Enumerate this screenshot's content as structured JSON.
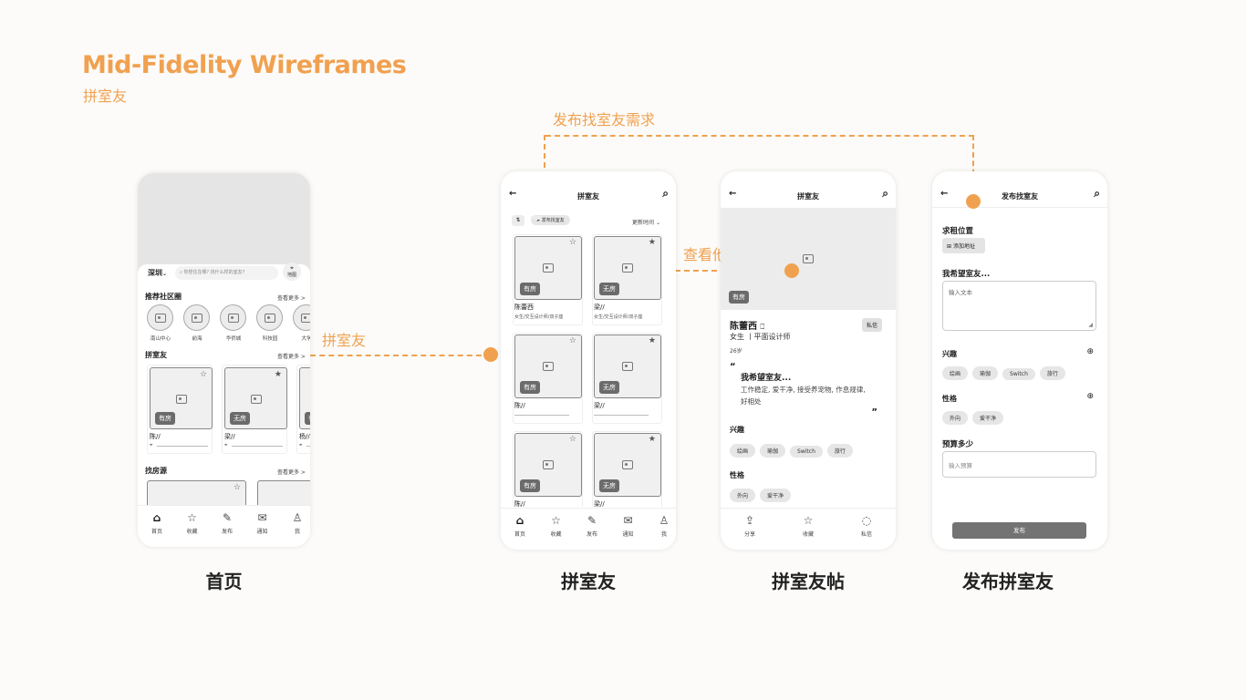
{
  "header": {
    "title": "Mid-Fidelity Wireframes",
    "subtitle": "拼室友"
  },
  "flow_labels": {
    "publish_need": "发布找室友需求",
    "view_others": "查看他人需求",
    "roommate": "拼室友"
  },
  "captions": [
    "首页",
    "拼室友",
    "拼室友帖",
    "发布拼室友"
  ],
  "accent_color": "#f0a150",
  "home": {
    "city": "深圳",
    "search_placeholder": "你想住在哪? 找什么样的室友?",
    "map_label": "地图",
    "community_title": "推荐社区圈",
    "see_more": "查看更多 >",
    "communities": [
      "南山中心",
      "前海",
      "华侨城",
      "科技园",
      "大学"
    ],
    "roommate_title": "拼室友",
    "roommate_see_more": "查看更多 >",
    "roommate_cards": [
      {
        "tag": "有房",
        "name": "陈//"
      },
      {
        "tag": "无房",
        "name": "梁//"
      },
      {
        "tag": "有",
        "name": "杨//"
      }
    ],
    "housing_title": "找房源",
    "housing_see_more": "查看更多 >"
  },
  "tabs": [
    "首页",
    "收藏",
    "发布",
    "通知",
    "我"
  ],
  "list": {
    "title": "拼室友",
    "filter_chip": "发布找室友",
    "sort_label": "更新时间",
    "cards": [
      {
        "tag": "有房",
        "name": "陈蕾西",
        "meta": "女生/交互设计师/双子座",
        "starred": false
      },
      {
        "tag": "无房",
        "name": "梁//",
        "meta": "女生/交互设计师/双子座",
        "starred": true
      },
      {
        "tag": "有房",
        "name": "陈//",
        "meta": "",
        "starred": false
      },
      {
        "tag": "无房",
        "name": "梁//",
        "meta": "",
        "starred": true
      },
      {
        "tag": "有房",
        "name": "陈//",
        "meta": "",
        "starred": false
      },
      {
        "tag": "无房",
        "name": "梁//",
        "meta": "",
        "starred": true
      }
    ]
  },
  "post": {
    "title": "拼室友",
    "image_tag": "有房",
    "name": "陈蕾西",
    "dm_button": "私信",
    "profile": "女生 丨平面设计师",
    "age": "26岁",
    "hope_title": "我希望室友...",
    "hope_text": "工作稳定, 爱干净, 接受养宠物, 作息规律, 好相处",
    "interest_title": "兴趣",
    "interests": [
      "绘画",
      "瑜伽",
      "Switch",
      "旅行"
    ],
    "personality_title": "性格",
    "personalities": [
      "外向",
      "爱干净"
    ],
    "bottom_actions": [
      "分享",
      "收藏",
      "私信"
    ]
  },
  "publish": {
    "title": "发布找室友",
    "location_title": "求租位置",
    "add_address": "添加地址",
    "hope_title": "我希望室友...",
    "text_placeholder": "输入文本",
    "interest_title": "兴趣",
    "interests": [
      "绘画",
      "瑜伽",
      "Switch",
      "旅行"
    ],
    "personality_title": "性格",
    "personalities": [
      "外向",
      "爱干净"
    ],
    "budget_title": "预算多少",
    "budget_placeholder": "输入预算",
    "submit": "发布"
  }
}
